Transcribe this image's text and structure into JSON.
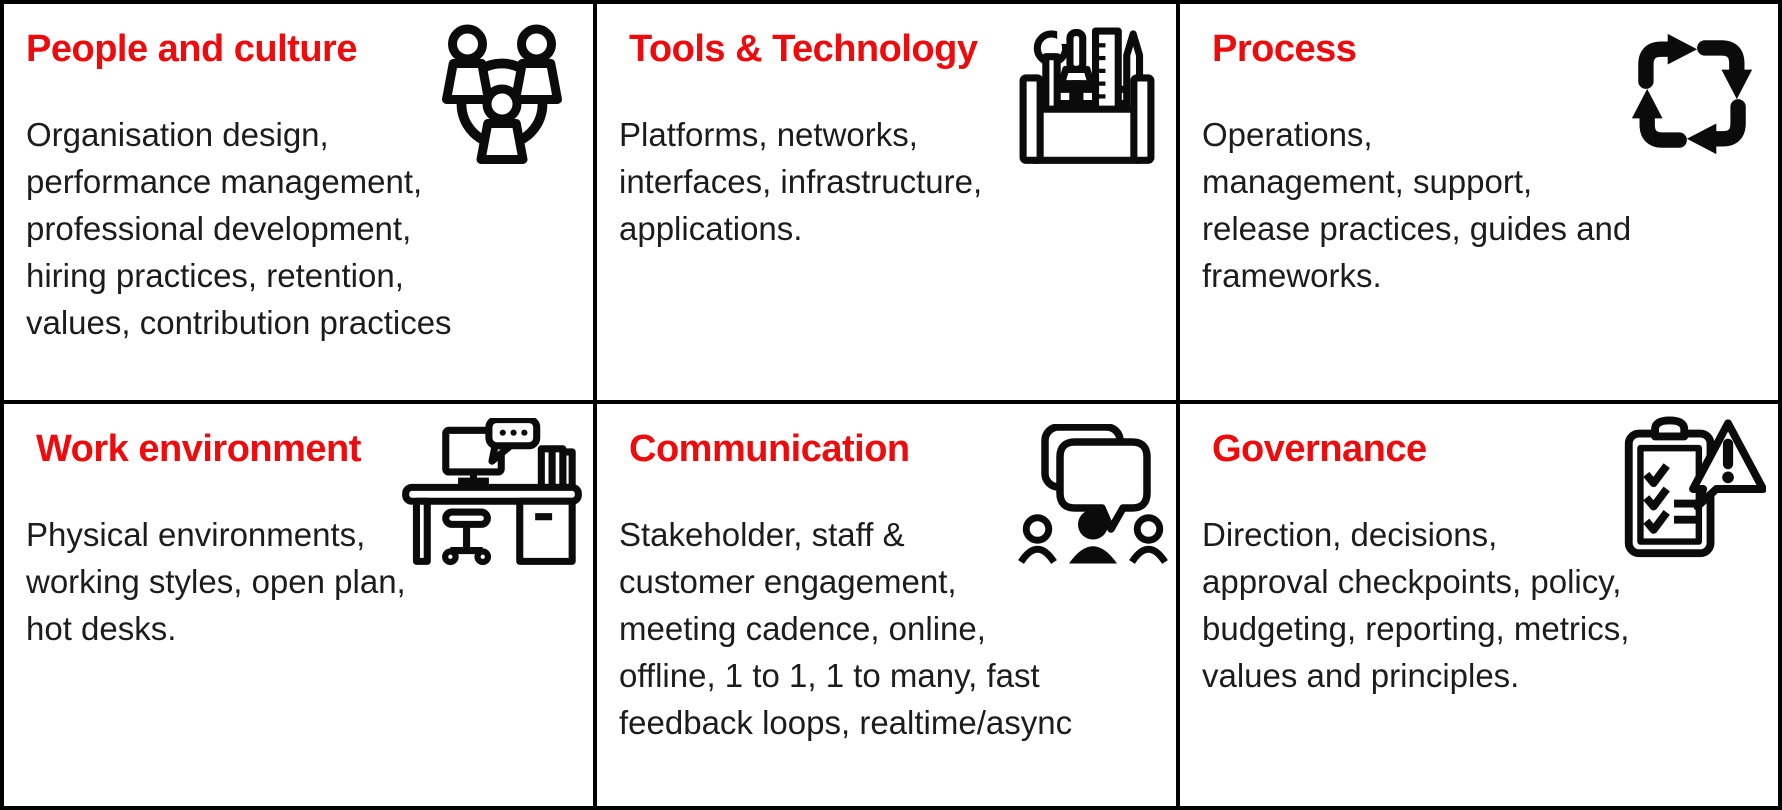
{
  "theme": {
    "heading_color": "#ee0b0e",
    "body_text_color": "#1c1c1c",
    "border_color": "#000000",
    "background": "#ffffff"
  },
  "cells": [
    {
      "title": "People and culture",
      "body": "Organisation design,\nperformance management,\nprofessional development,\nhiring practices, retention,\nvalues, contribution practices",
      "icon": "people-group-icon"
    },
    {
      "title": "Tools & Technology",
      "body": "Platforms, networks,\ninterfaces, infrastructure,\napplications.",
      "icon": "toolbox-icon"
    },
    {
      "title": "Process",
      "body": "Operations,\nmanagement, support,\nrelease practices, guides and\nframeworks.",
      "icon": "cycle-arrows-icon"
    },
    {
      "title": "Work environment",
      "body": "Physical environments,\nworking styles, open plan,\nhot desks.",
      "icon": "desk-workspace-icon"
    },
    {
      "title": "Communication",
      "body": "Stakeholder, staff &\ncustomer engagement,\nmeeting cadence, online,\noffline, 1 to 1, 1 to many, fast\nfeedback loops, realtime/async",
      "icon": "speech-bubbles-people-icon"
    },
    {
      "title": "Governance",
      "body": "Direction, decisions,\napproval checkpoints, policy,\nbudgeting, reporting, metrics,\nvalues and principles.",
      "icon": "clipboard-alert-icon"
    }
  ]
}
